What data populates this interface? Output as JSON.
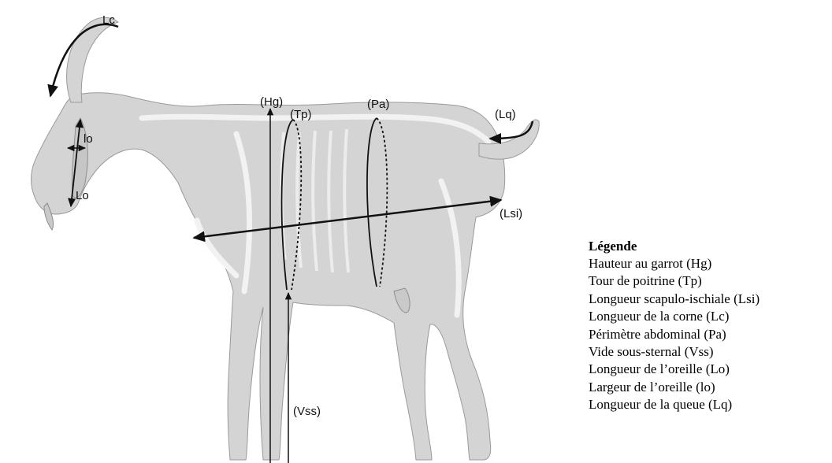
{
  "diagram": {
    "labels": {
      "lc": "Lc",
      "hg": "(Hg)",
      "tp": "(Tp)",
      "pa": "(Pa)",
      "lq": "(Lq)",
      "lo_small": "lo",
      "lo": "Lo",
      "lsi": "(Lsi)",
      "vss": "(Vss)"
    }
  },
  "legend": {
    "title": "Légende",
    "items": [
      "Hauteur au garrot (Hg)",
      "Tour de poitrine (Tp)",
      "Longueur scapulo-ischiale (Lsi)",
      "Longueur de la corne (Lc)",
      "Périmètre abdominal (Pa)",
      "Vide sous-sternal (Vss)",
      "Longueur de l’oreille (Lo)",
      "Largeur de l’oreille (lo)",
      "Longueur de la queue (Lq)"
    ]
  }
}
